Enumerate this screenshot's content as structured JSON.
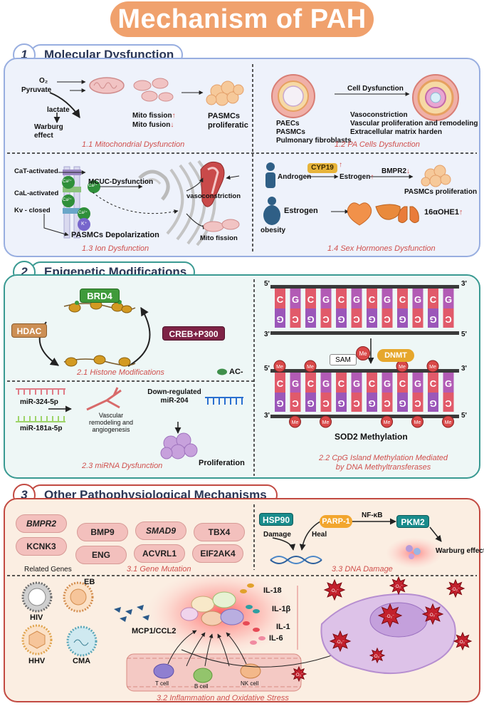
{
  "title": "Mechanism of PAH",
  "sections": [
    {
      "num": "1",
      "title": "Molecular Dysfunction"
    },
    {
      "num": "2",
      "title": "Epigenetic Modifications"
    },
    {
      "num": "3",
      "title": "Other Pathophysiological Mechanisms"
    }
  ],
  "mito": {
    "title": "1.1 Mitochondrial Dysfunction",
    "o2": "O₂",
    "pyruvate": "Pyruvate",
    "lactate": "lactate",
    "warburg": "Warburg\neffect",
    "fission": "Mito fission",
    "fusion": "Mito fusion",
    "pasmcs": "PASMCs\nproliferatic"
  },
  "pacells": {
    "title": "1.2 PA Cells Dysfunction",
    "cell_dysfunction": "Cell Dysfunction",
    "cells": [
      "PAECs",
      "PASMCs",
      "Pulmonary fibroblasts"
    ],
    "effects": [
      "Vasoconstriction",
      "Vascular proliferation and remodeling",
      "Extracellular matrix harden"
    ]
  },
  "ion": {
    "title": "1.3 Ion Dysfunction",
    "cat": "CaT-activated",
    "cal": "CaL-activated",
    "kv": "Kv - closed",
    "ca": "Ca²⁺",
    "k": "K⁺",
    "mcuc": "MCUC-Dysfunction",
    "depol": "PASMCs Depolarization",
    "vasoconstriction": "vasoconstriction",
    "mito_fission": "Mito fission"
  },
  "hormones": {
    "title": "1.4 Sex Hormones Dysfunction",
    "androgen": "Androgen",
    "cyp19": "CYP19",
    "estrogen": "Estrogen",
    "bmpr2": "BMPR2",
    "prolif": "PASMCs proliferation",
    "obesity": "obesity",
    "estrogen2": "Estrogen",
    "ohe": "16αOHE1"
  },
  "histone": {
    "title": "2.1 Histone Modifications",
    "brd4": "BRD4",
    "hdac": "HDAC",
    "creb": "CREB+P300",
    "ac": "AC-"
  },
  "mirna": {
    "title": "2.3 miRNA Dysfunction",
    "mir324": "miR-324-5p",
    "mir181": "miR-181a-5p",
    "vascular": "Vascular\nremodeling and\nangiogenesis",
    "downreg": "Down-regulated\nmiR-204",
    "prolif": "Proliferation"
  },
  "cpg": {
    "title": "2.2 CpG Island Methylation Mediated\nby DNA Methyltransferases",
    "five": "5'",
    "three": "3'",
    "c": "C",
    "g": "G",
    "sam": "SAM",
    "me": "Me",
    "dnmt": "DNMT",
    "sod2": "SOD2 Methylation"
  },
  "genes": {
    "title": "3.1 Gene Mutation",
    "related": "Related Genes",
    "list": [
      "BMPR2",
      "BMP9",
      "SMAD9",
      "TBX4",
      "KCNK3",
      "ENG",
      "ACVRL1",
      "EIF2AK4"
    ]
  },
  "dna": {
    "title": "3.3 DNA Damage",
    "hsp90": "HSP90",
    "parp1": "PARP-1",
    "nfkb": "NF-κB",
    "pkm2": "PKM2",
    "damage": "Damage",
    "heal": "Heal",
    "warburg": "Warburg effect"
  },
  "inflam": {
    "title": "3.2 Inflammation and Oxidative Stress",
    "viruses": [
      "HIV",
      "EB",
      "HHV",
      "CMA"
    ],
    "mcp": "MCP1/CCL2",
    "cytokines": [
      "IL-18",
      "IL-1β",
      "IL-1",
      "IL-6"
    ],
    "cells": [
      "T cell",
      "B cell",
      "NK cell"
    ],
    "o2minus": "·O₂⁻"
  },
  "colors": {
    "panel1": "#eef2fb",
    "panel1_border": "#98aee0",
    "panel2": "#eef7f6",
    "panel2_border": "#3a9a92",
    "panel3": "#fbeee2",
    "panel3_border": "#c24a42",
    "orange_title": "#f0a16d",
    "subtitle_red": "#d0504d"
  }
}
